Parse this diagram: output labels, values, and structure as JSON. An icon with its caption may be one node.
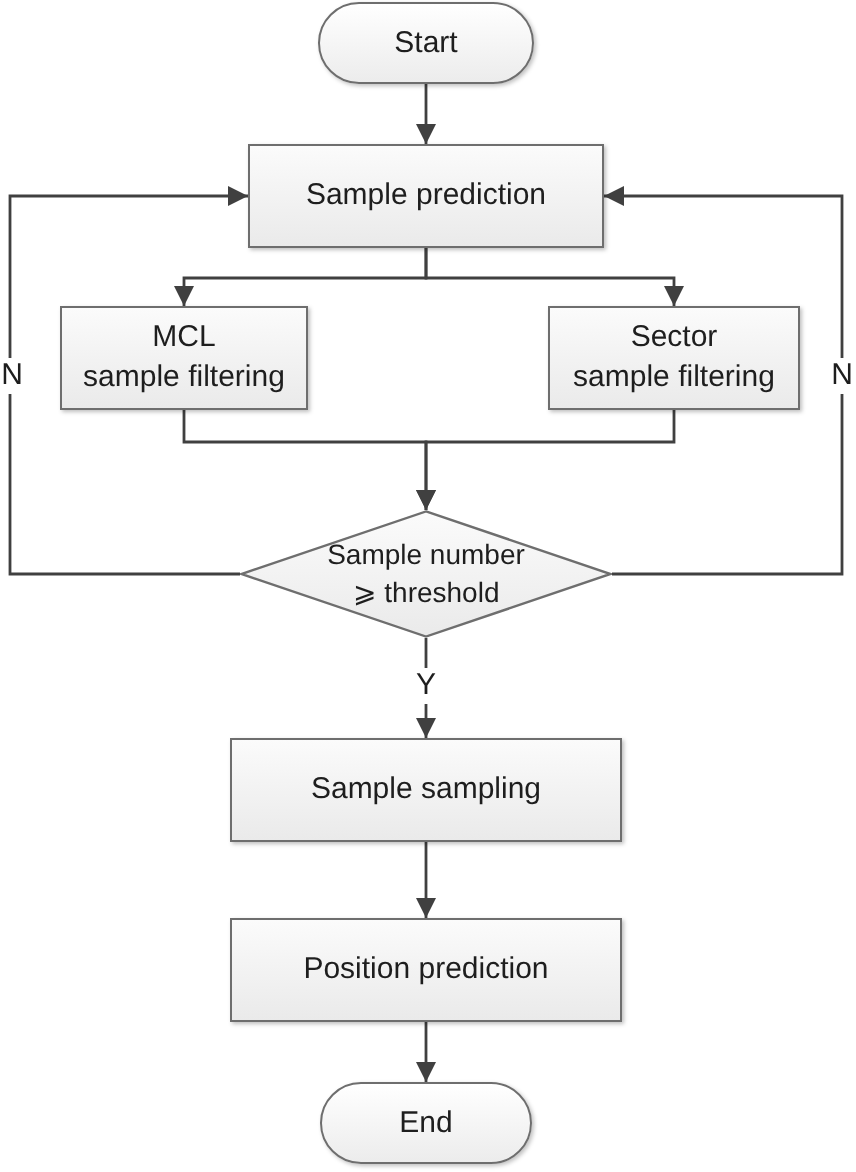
{
  "diagram": {
    "nodes": [
      {
        "text": [
          "Start"
        ]
      },
      {
        "text": [
          "Sample prediction"
        ]
      },
      {
        "text": [
          "MCL sample filtering"
        ]
      },
      {
        "text": [
          "Sector sample filtering"
        ]
      },
      {
        "text": [
          "Sample number ⩾ threshold"
        ]
      },
      {
        "text": [
          "Sample sampling"
        ]
      },
      {
        "text": [
          "Position prediction"
        ]
      },
      {
        "text": [
          "End"
        ]
      }
    ],
    "edges": [
      {
        "from": 0,
        "to": 1,
        "arrow": "to"
      },
      {
        "from": 1,
        "to": 2,
        "arrow": "to"
      },
      {
        "from": 1,
        "to": 3,
        "arrow": "to"
      },
      {
        "from": 2,
        "to": 4,
        "arrow": "to"
      },
      {
        "from": 3,
        "to": 4,
        "arrow": "to"
      },
      {
        "from": 4,
        "to": 1,
        "arrow": "to",
        "label": "N"
      },
      {
        "from": 4,
        "to": 1,
        "arrow": "to",
        "label": "N"
      },
      {
        "from": 4,
        "to": 5,
        "arrow": "to",
        "label": "Y"
      },
      {
        "from": 5,
        "to": 6,
        "arrow": "to"
      },
      {
        "from": 6,
        "to": 7,
        "arrow": "to"
      }
    ]
  }
}
